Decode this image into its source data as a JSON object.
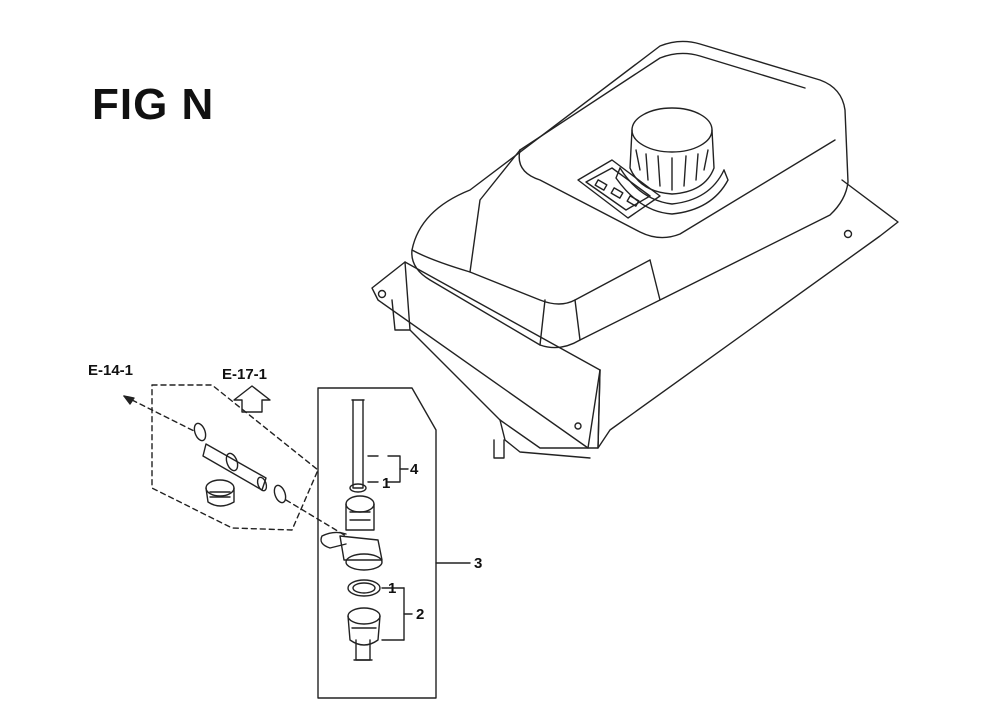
{
  "figure": {
    "title": "FIG N",
    "references": {
      "left_ref": "E-14-1",
      "up_ref": "E-17-1"
    },
    "callouts": {
      "c1_top": "1",
      "c4": "4",
      "c3": "3",
      "c1_bottom": "1",
      "c2": "2"
    },
    "line_color": "#222222"
  }
}
